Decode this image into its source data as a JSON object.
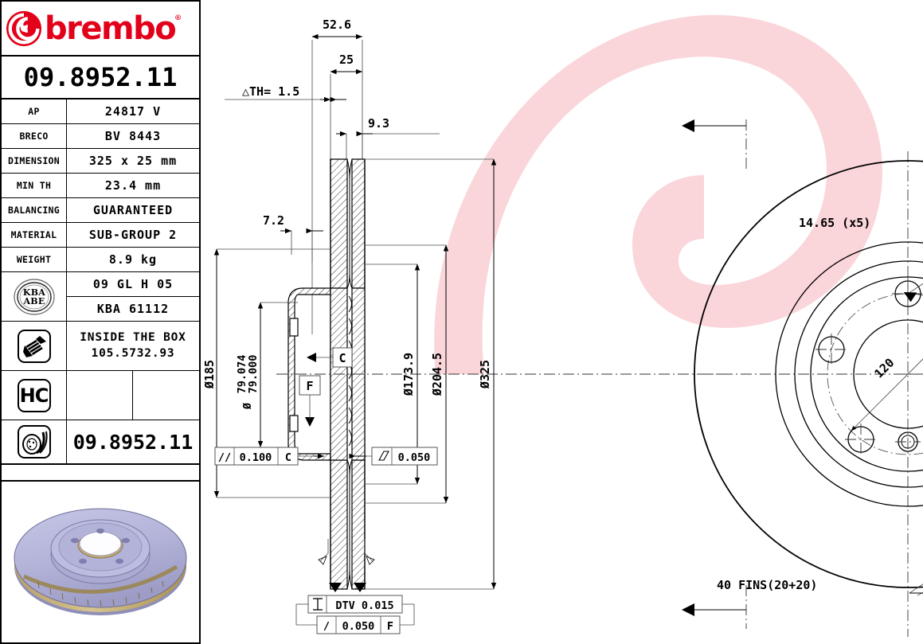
{
  "brand": {
    "name": "brembo",
    "registered_mark": "®",
    "color": "#e2001a",
    "logo_icon": "brembo-spiral-logo"
  },
  "part": {
    "code": "09.8952.11",
    "code_footer": "09.8952.11"
  },
  "spec_table": {
    "rows": [
      {
        "key": "AP",
        "value": "24817 V"
      },
      {
        "key": "BRECO",
        "value": "BV 8443"
      },
      {
        "key": "DIMENSION",
        "value": "325 x 25 mm"
      },
      {
        "key": "MIN TH",
        "value": "23.4 mm"
      },
      {
        "key": "BALANCING",
        "value": "GUARANTEED"
      },
      {
        "key": "MATERIAL",
        "value": "SUB-GROUP 2"
      },
      {
        "key": "WEIGHT",
        "value": "8.9 kg"
      }
    ],
    "kba": {
      "stamp_line1": "KBA",
      "stamp_line2": "ABE",
      "value_top": "09 GL H 05",
      "value_bottom": "KBA 61112"
    },
    "screw": {
      "icon": "screw-icon",
      "value_line1": "INSIDE THE BOX",
      "value_line2": "105.5732.93"
    },
    "hc": {
      "icon": "hc-badge-icon",
      "label": "HC"
    },
    "pad": {
      "icon": "brake-disc-icon",
      "value": "09.8952.11"
    }
  },
  "product_photo": {
    "alt": "brake-disc-3d-render",
    "body_color": "#b7b7dd",
    "ring_color": "#c9b27a"
  },
  "chart_data": {
    "type": "table",
    "title": "Brembo brake disc technical drawing 09.8952.11"
  },
  "drawing": {
    "section_view": {
      "top_dims": [
        {
          "label": "52.6",
          "name": "overall-height-52-6"
        },
        {
          "label": "25",
          "name": "disc-thickness-25"
        },
        {
          "label": "9.3",
          "name": "dim-9-3"
        },
        {
          "label": "△TH= 1.5",
          "name": "delta-th-1-5"
        },
        {
          "label": "7.2",
          "name": "dim-7-2"
        }
      ],
      "left_dims": [
        {
          "label": "Ø185",
          "name": "dia-185"
        },
        {
          "label": "Ø 79.074 / 79.000",
          "line1": "79.074",
          "line2": "79.000",
          "prefix": "Ø",
          "name": "dia-79-074-79-000"
        }
      ],
      "right_dims": [
        {
          "label": "Ø173.9",
          "name": "dia-173-9"
        },
        {
          "label": "Ø204.5",
          "name": "dia-204-5"
        },
        {
          "label": "Ø325",
          "name": "dia-325"
        }
      ],
      "datums": [
        {
          "label": "C",
          "name": "datum-c"
        },
        {
          "label": "F",
          "name": "datum-f"
        }
      ],
      "tolerances": [
        {
          "symbol": "//",
          "value": "0.100",
          "datum": "C",
          "name": "tol-parallelism"
        },
        {
          "symbol": "▱",
          "value": "0.050",
          "datum": "",
          "name": "tol-flatness"
        },
        {
          "symbol": "⌶",
          "value": "DTV 0.015",
          "datum": "",
          "name": "tol-dtv"
        },
        {
          "symbol": "/",
          "value": "0.050",
          "datum": "F",
          "name": "tol-runout"
        }
      ]
    },
    "face_view": {
      "annotations": [
        {
          "label": "14.65 (x5)",
          "name": "bolt-hole-dia-14-65"
        },
        {
          "label": "120",
          "name": "bolt-circle-120"
        },
        {
          "label": "40 FINS(20+20)",
          "name": "fins-count"
        }
      ],
      "bolt_holes": 5,
      "pcd_mm": 120,
      "outer_dia_mm": 325
    }
  }
}
